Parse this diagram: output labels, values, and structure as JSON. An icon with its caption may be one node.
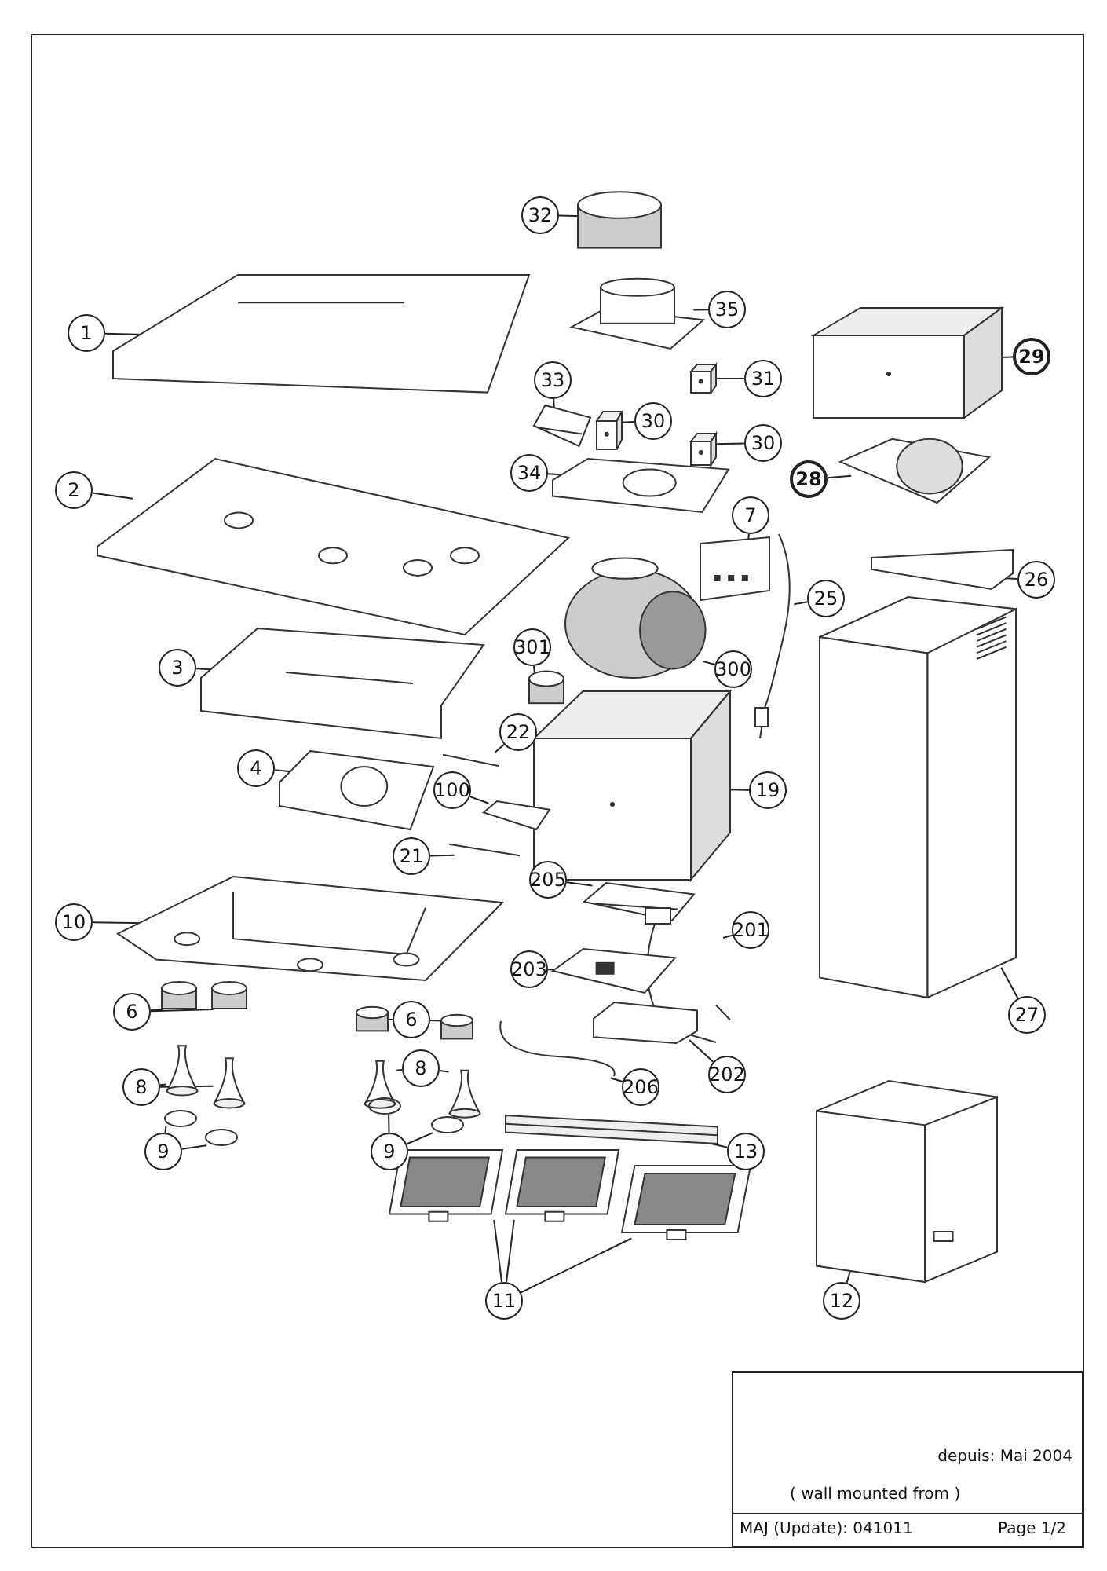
{
  "diagram": {
    "nodes": [
      {
        "text": [
          "32"
        ]
      },
      {
        "text": [],
        "shape": "cylinder"
      },
      {
        "text": [
          "35"
        ]
      },
      {
        "text": [],
        "shape": "picture"
      },
      {
        "text": [
          "1"
        ]
      },
      {
        "text": [],
        "shape": "picture"
      },
      {
        "text": [
          "29"
        ]
      },
      {
        "text": [],
        "shape": "box"
      },
      {
        "text": [
          "31"
        ]
      },
      {
        "text": [],
        "shape": "box"
      },
      {
        "text": [
          "33"
        ]
      },
      {
        "text": [],
        "shape": "picture"
      },
      {
        "text": [
          "30"
        ]
      },
      {
        "text": [],
        "shape": "box"
      },
      {
        "text": [
          "30"
        ]
      },
      {
        "text": [],
        "shape": "box"
      },
      {
        "text": [
          "2"
        ]
      },
      {
        "text": [],
        "shape": "picture"
      },
      {
        "text": [
          "34"
        ]
      },
      {
        "text": [],
        "shape": "picture"
      },
      {
        "text": [
          "28"
        ]
      },
      {
        "text": [],
        "shape": "picture"
      },
      {
        "text": [
          "7"
        ]
      },
      {
        "text": [],
        "shape": "picture"
      },
      {
        "text": [
          "26"
        ]
      },
      {
        "text": [],
        "shape": "picture"
      },
      {
        "text": [
          "25"
        ]
      },
      {
        "text": [],
        "shape": "picture"
      },
      {
        "text": [
          "301"
        ]
      },
      {
        "text": [],
        "shape": "cylinder"
      },
      {
        "text": [
          "3"
        ]
      },
      {
        "text": [],
        "shape": "picture"
      },
      {
        "text": [
          "300"
        ]
      },
      {
        "text": [],
        "shape": "picture"
      },
      {
        "text": [
          "22"
        ]
      },
      {
        "text": [],
        "shape": "picture"
      },
      {
        "text": [
          "19"
        ]
      },
      {
        "text": [],
        "shape": "box"
      },
      {
        "text": [
          "4"
        ]
      },
      {
        "text": [],
        "shape": "picture"
      },
      {
        "text": [
          "100"
        ]
      },
      {
        "text": [],
        "shape": "picture"
      },
      {
        "text": [
          "21"
        ]
      },
      {
        "text": [],
        "shape": "picture"
      },
      {
        "text": [
          "10"
        ]
      },
      {
        "text": [],
        "shape": "picture"
      },
      {
        "text": [
          "205"
        ]
      },
      {
        "text": [],
        "shape": "picture"
      },
      {
        "text": [
          "201"
        ]
      },
      {
        "text": [],
        "shape": "picture"
      },
      {
        "text": [
          "203"
        ]
      },
      {
        "text": [],
        "shape": "picture"
      },
      {
        "text": [
          "6"
        ]
      },
      {
        "text": [],
        "shape": "cylinder"
      },
      {
        "text": [],
        "shape": "cylinder"
      },
      {
        "text": [
          "6"
        ]
      },
      {
        "text": [],
        "shape": "cylinder"
      },
      {
        "text": [],
        "shape": "cylinder"
      },
      {
        "text": [
          "27"
        ]
      },
      {
        "text": [],
        "shape": "picture"
      },
      {
        "text": [
          "202"
        ]
      },
      {
        "text": [],
        "shape": "picture"
      },
      {
        "text": [
          "8"
        ]
      },
      {
        "text": [],
        "shape": "picture"
      },
      {
        "text": [],
        "shape": "picture"
      },
      {
        "text": [
          "8"
        ]
      },
      {
        "text": [],
        "shape": "picture"
      },
      {
        "text": [],
        "shape": "picture"
      },
      {
        "text": [
          "206"
        ]
      },
      {
        "text": [],
        "shape": "picture"
      },
      {
        "text": [
          "9"
        ]
      },
      {
        "text": [],
        "shape": "circle"
      },
      {
        "text": [],
        "shape": "circle"
      },
      {
        "text": [
          "9"
        ]
      },
      {
        "text": [],
        "shape": "circle"
      },
      {
        "text": [],
        "shape": "circle"
      },
      {
        "text": [
          "13"
        ]
      },
      {
        "text": [],
        "shape": "picture"
      },
      {
        "text": [
          "11"
        ]
      },
      {
        "text": [],
        "shape": "picture"
      },
      {
        "text": [],
        "shape": "picture"
      },
      {
        "text": [],
        "shape": "picture"
      },
      {
        "text": [
          "12"
        ]
      },
      {
        "text": [],
        "shape": "picture"
      },
      {
        "text": [
          "depuis: Mai 2004",
          "( wall mounted from )",
          "MAJ (Update): 041011",
          "Page 1/2"
        ]
      }
    ],
    "edges": [
      {
        "from": 0,
        "to": 1,
        "arrow": "none"
      },
      {
        "from": 2,
        "to": 3,
        "arrow": "none"
      },
      {
        "from": 4,
        "to": 5,
        "arrow": "none"
      },
      {
        "from": 6,
        "to": 7,
        "arrow": "none"
      },
      {
        "from": 8,
        "to": 9,
        "arrow": "none"
      },
      {
        "from": 10,
        "to": 11,
        "arrow": "none"
      },
      {
        "from": 12,
        "to": 13,
        "arrow": "none"
      },
      {
        "from": 14,
        "to": 15,
        "arrow": "none"
      },
      {
        "from": 16,
        "to": 17,
        "arrow": "none"
      },
      {
        "from": 18,
        "to": 19,
        "arrow": "none"
      },
      {
        "from": 20,
        "to": 21,
        "arrow": "none"
      },
      {
        "from": 22,
        "to": 23,
        "arrow": "none"
      },
      {
        "from": 24,
        "to": 25,
        "arrow": "none"
      },
      {
        "from": 26,
        "to": 27,
        "arrow": "none"
      },
      {
        "from": 28,
        "to": 29,
        "arrow": "none"
      },
      {
        "from": 30,
        "to": 31,
        "arrow": "none"
      },
      {
        "from": 32,
        "to": 33,
        "arrow": "none"
      },
      {
        "from": 34,
        "to": 35,
        "arrow": "none"
      },
      {
        "from": 36,
        "to": 37,
        "arrow": "none"
      },
      {
        "from": 38,
        "to": 39,
        "arrow": "none"
      },
      {
        "from": 40,
        "to": 41,
        "arrow": "none"
      },
      {
        "from": 42,
        "to": 43,
        "arrow": "none"
      },
      {
        "from": 44,
        "to": 45,
        "arrow": "none"
      },
      {
        "from": 46,
        "to": 47,
        "arrow": "none"
      },
      {
        "from": 48,
        "to": 49,
        "arrow": "none"
      },
      {
        "from": 50,
        "to": 51,
        "arrow": "none"
      },
      {
        "from": 52,
        "to": 53,
        "arrow": "none"
      },
      {
        "from": 52,
        "to": 54,
        "arrow": "none"
      },
      {
        "from": 55,
        "to": 56,
        "arrow": "none"
      },
      {
        "from": 55,
        "to": 57,
        "arrow": "none"
      },
      {
        "from": 58,
        "to": 59,
        "arrow": "none"
      },
      {
        "from": 60,
        "to": 61,
        "arrow": "none"
      },
      {
        "from": 62,
        "to": 63,
        "arrow": "none"
      },
      {
        "from": 62,
        "to": 64,
        "arrow": "none"
      },
      {
        "from": 65,
        "to": 66,
        "arrow": "none"
      },
      {
        "from": 65,
        "to": 67,
        "arrow": "none"
      },
      {
        "from": 68,
        "to": 69,
        "arrow": "none"
      },
      {
        "from": 70,
        "to": 71,
        "arrow": "none"
      },
      {
        "from": 70,
        "to": 72,
        "arrow": "none"
      },
      {
        "from": 73,
        "to": 74,
        "arrow": "none"
      },
      {
        "from": 73,
        "to": 75,
        "arrow": "none"
      },
      {
        "from": 76,
        "to": 77,
        "arrow": "none"
      },
      {
        "from": 78,
        "to": 79,
        "arrow": "none"
      },
      {
        "from": 78,
        "to": 80,
        "arrow": "none"
      },
      {
        "from": 78,
        "to": 81,
        "arrow": "none"
      },
      {
        "from": 82,
        "to": 83,
        "arrow": "none"
      }
    ]
  }
}
